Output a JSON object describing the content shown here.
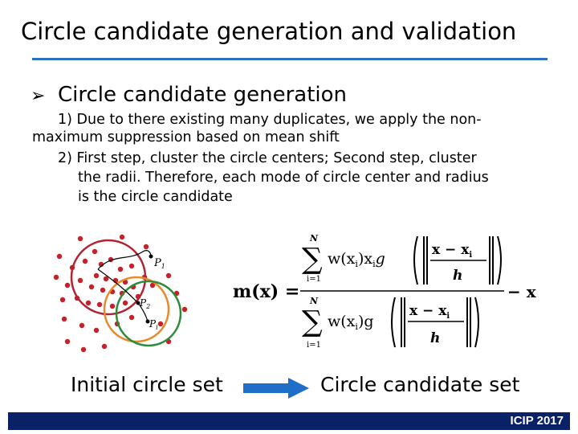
{
  "slide": {
    "title": "Circle candidate generation and validation",
    "bullet": "Circle candidate generation",
    "lines": [
      "1) Due to there existing many duplicates, we apply the non-",
      "maximum suppression based on mean shift",
      "2) First step, cluster the circle centers; Second step, cluster",
      "the radii. Therefore, each mode of circle center and radius",
      "is the circle candidate"
    ],
    "caption_left": "Initial circle set",
    "caption_right": "Circle candidate set",
    "footer": "ICIP 2017"
  },
  "figure": {
    "point_labels": [
      "P",
      "1",
      "P",
      "2",
      "P",
      "i"
    ],
    "circle_colors": [
      "#b02433",
      "#e88a2a",
      "#2e8b3a"
    ],
    "dot_color": "#c8202a"
  },
  "formula": {
    "lhs": "m(x) =",
    "sum": "∑",
    "upper": "N",
    "lower": "i=1",
    "num_term": "w(x",
    "num_tail": ")x",
    "den_term": "w(x",
    "den_tail": ")g",
    "g": "g",
    "frac_top": "x − x",
    "frac_bottom": "h",
    "sub_i": "i",
    "minus_x": "− x"
  },
  "colors": {
    "accent": "#2a72c0",
    "footer": "#0b2167",
    "arrow": "#1f6fc9"
  }
}
